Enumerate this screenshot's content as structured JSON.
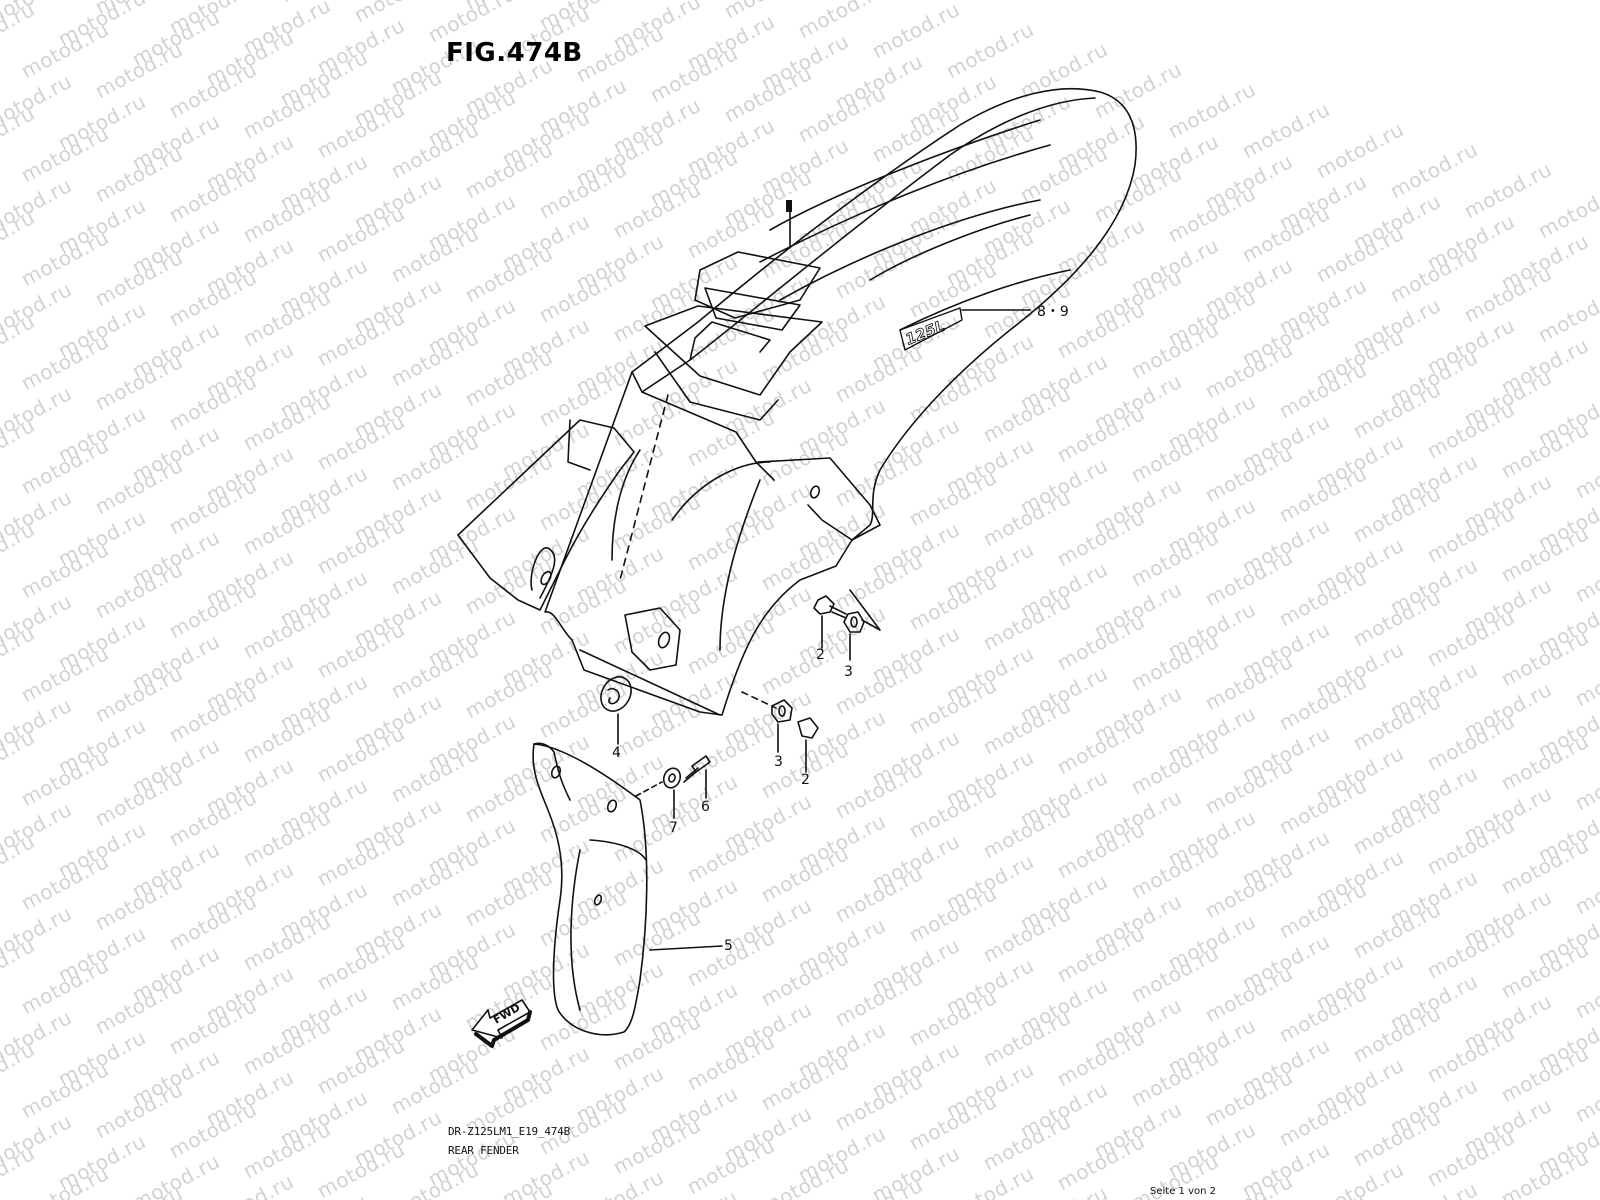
{
  "figure": {
    "title": "FIG.474B",
    "code": "DR-Z125LM1_E19_474B",
    "name": "REAR FENDER"
  },
  "watermark": "motod.ru",
  "callouts": {
    "part_1": "1",
    "part_8_9": "8・9",
    "part_2_upper": "2",
    "part_3_upper": "3",
    "part_4": "4",
    "part_3_lower": "3",
    "part_2_lower": "2",
    "part_7": "7",
    "part_6": "6",
    "part_5": "5"
  },
  "fwd_label": "FWD",
  "footer": "Seite 1 von 2"
}
